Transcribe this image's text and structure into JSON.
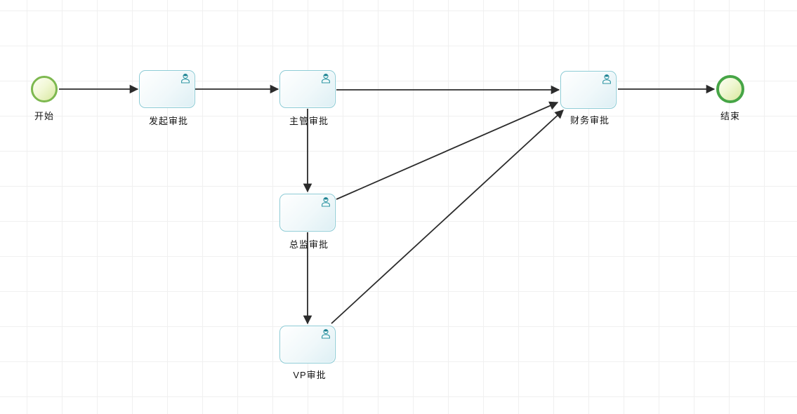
{
  "diagram": {
    "type": "bpmn-approval-flow",
    "start_event": {
      "label": "开始"
    },
    "end_event": {
      "label": "结束"
    },
    "tasks": [
      {
        "id": "task-initiate",
        "label": "发起审批",
        "icon": "user-icon"
      },
      {
        "id": "task-supervisor",
        "label": "主管审批",
        "icon": "user-icon"
      },
      {
        "id": "task-director",
        "label": "总监审批",
        "icon": "user-icon"
      },
      {
        "id": "task-vp",
        "label": "VP审批",
        "icon": "user-icon"
      },
      {
        "id": "task-finance",
        "label": "财务审批",
        "icon": "user-icon"
      }
    ],
    "flows": [
      {
        "from": "开始",
        "to": "发起审批",
        "points": [
          84,
          127,
          196,
          127
        ]
      },
      {
        "from": "发起审批",
        "to": "主管审批",
        "points": [
          278,
          127,
          396,
          127
        ]
      },
      {
        "from": "主管审批",
        "to": "财务审批",
        "points": [
          479,
          128,
          796,
          128
        ]
      },
      {
        "from": "主管审批",
        "to": "总监审批",
        "points": [
          438,
          155,
          438,
          273
        ]
      },
      {
        "from": "总监审批",
        "to": "VP审批",
        "points": [
          438,
          331,
          438,
          461
        ]
      },
      {
        "from": "总监审批",
        "to": "财务审批",
        "points": [
          479,
          284,
          794,
          146
        ]
      },
      {
        "from": "VP审批",
        "to": "财务审批",
        "points": [
          472,
          461,
          802,
          157
        ]
      },
      {
        "from": "财务审批",
        "to": "结束",
        "points": [
          880,
          127,
          1017,
          127
        ]
      }
    ],
    "style": {
      "grid_line_color": "#f0f0f0",
      "task_border_color": "#8ccbd5",
      "task_fill_color": "#ddeff4",
      "start_border_color": "#7db84f",
      "end_border_color": "#46a546",
      "event_fill_color": "#d8e8a0",
      "flow_color": "#2b2b2b",
      "user_icon_color": "#2e95a3"
    }
  }
}
